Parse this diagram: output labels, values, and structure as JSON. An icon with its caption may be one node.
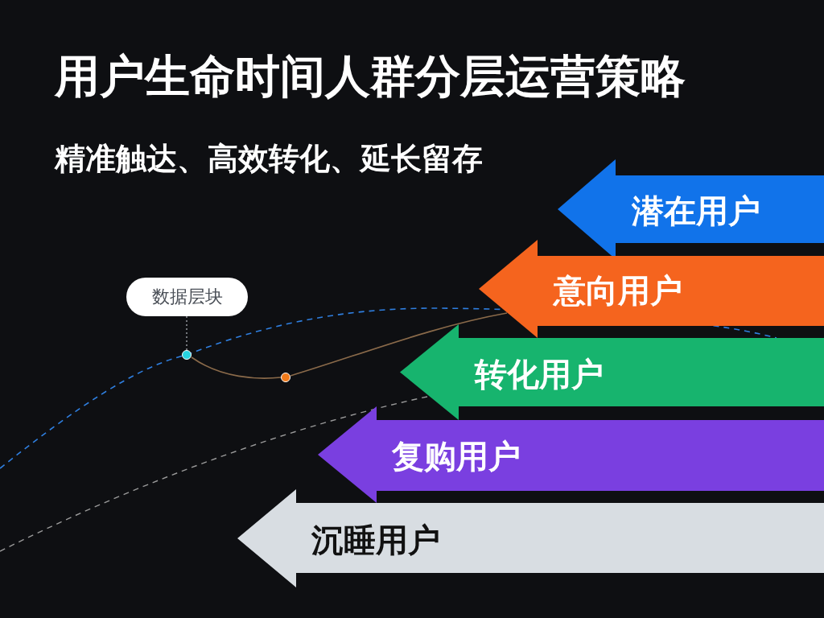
{
  "diagram": {
    "title": "用户生命时间人群分层运营策略",
    "nodes": [
      {
        "text": [
          "潜在用户"
        ]
      },
      {
        "text": [
          "意向用户"
        ]
      },
      {
        "text": [
          "转化用户"
        ]
      },
      {
        "text": [
          "复购用户"
        ]
      },
      {
        "text": [
          "沉睡用户"
        ]
      },
      {
        "text": [
          "数据层块"
        ]
      },
      {
        "text": [],
        "shape": "circle"
      },
      {
        "text": [],
        "shape": "circle"
      }
    ],
    "edges": [
      {
        "from": 5,
        "to": 6,
        "arrow": "none",
        "style": "dashed",
        "color": "#b8bcc2"
      },
      {
        "from": 6,
        "to": 7,
        "arrow": "none"
      },
      {
        "from": 7,
        "to": 1,
        "arrow": "none"
      }
    ],
    "labels": [
      "精准触达、高效转化、延长留存"
    ]
  }
}
